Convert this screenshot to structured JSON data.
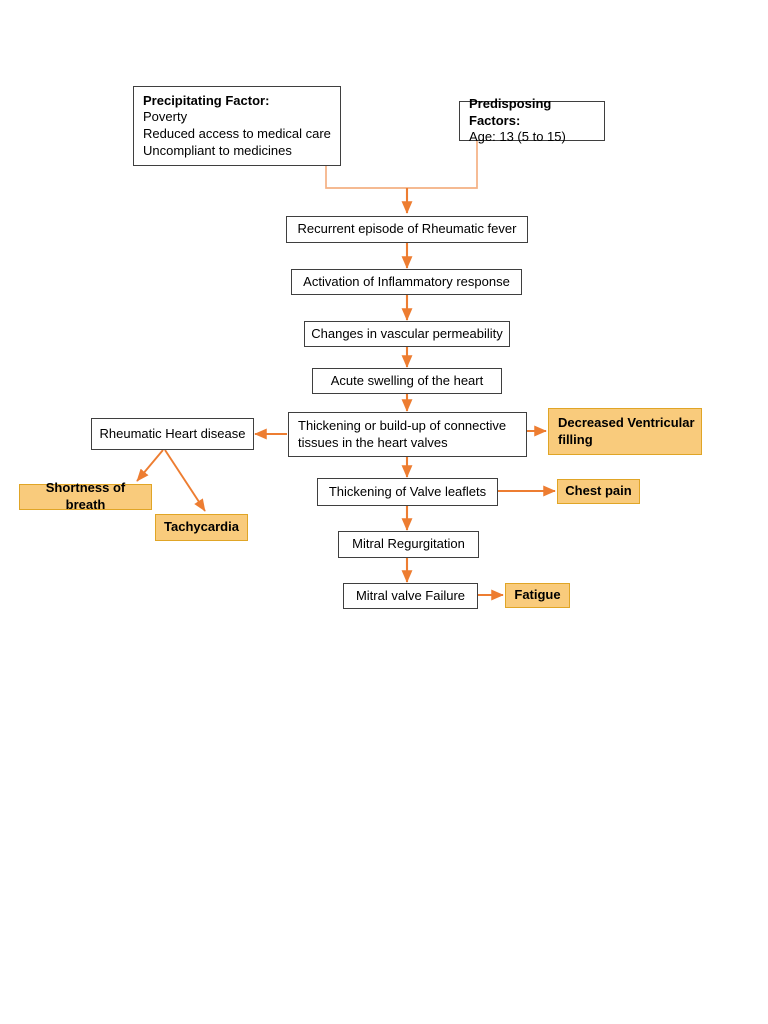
{
  "diagram": {
    "title": "Rheumatic Heart Disease Pathophysiology Flowchart",
    "colors": {
      "arrow": "#ed7d31",
      "connector": "#f4b183",
      "amber_fill": "#f9cb7c",
      "amber_border": "#e0a526",
      "box_border": "#3f3f3f",
      "box_fill": "#ffffff",
      "text": "#000000"
    },
    "nodes": {
      "precipitating": {
        "heading": "Precipitating Factor:",
        "line1": "Poverty",
        "line2": "Reduced access to medical care",
        "line3": "Uncompliant to medicines"
      },
      "predisposing": {
        "heading": "Predisposing Factors:",
        "line1": "Age: 13 (5 to 15)"
      },
      "recurrent_fever": "Recurrent episode of Rheumatic fever",
      "inflammatory": "Activation of Inflammatory response",
      "vascular": "Changes in vascular permeability",
      "swelling": "Acute swelling of the heart",
      "thickening_connective": {
        "line1": "Thickening or build-up of connective",
        "line2": "tissues in the heart valves"
      },
      "rheumatic_heart_disease": "Rheumatic Heart disease",
      "decreased_ventricular": {
        "line1": "Decreased Ventricular",
        "line2": "filling"
      },
      "shortness_of_breath": "Shortness of breath",
      "tachycardia": "Tachycardia",
      "valve_leaflets": "Thickening of Valve leaflets",
      "chest_pain": "Chest pain",
      "mitral_regurgitation": "Mitral Regurgitation",
      "mitral_valve_failure": "Mitral valve Failure",
      "fatigue": "Fatigue"
    }
  }
}
